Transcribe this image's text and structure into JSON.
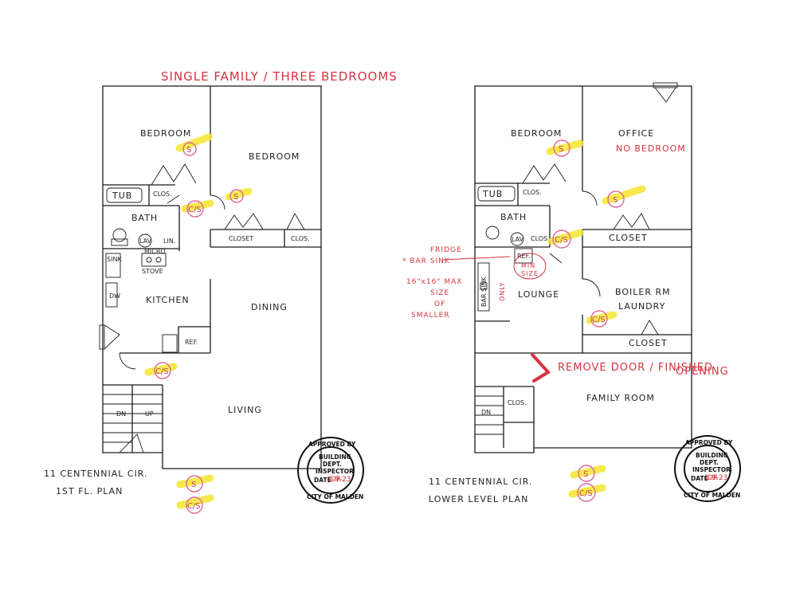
{
  "header": {
    "title": "SINGLE FAMILY / THREE BEDROOMS"
  },
  "first_floor": {
    "rooms": {
      "bedroom_left": "BEDROOM",
      "bedroom_right": "BEDROOM",
      "tub": "TUB",
      "clos": "CLOS.",
      "bath": "BATH",
      "lav": "LAV",
      "lin": "LIN.",
      "closet": "CLOSET",
      "clos_right": "CLOS.",
      "micro": "MICRO",
      "stove": "STOVE",
      "sink": "SINK",
      "dw": "DW",
      "kitchen": "KITCHEN",
      "dining": "DINING",
      "ref": "REF.",
      "dn": "DN",
      "up": "UP",
      "living": "LIVING"
    },
    "address": "11 CENTENNIAL CIR.",
    "plan_name": "1ST FL. PLAN"
  },
  "lower_level": {
    "rooms": {
      "bedroom": "BEDROOM",
      "office": "OFFICE",
      "tub": "TUB",
      "clos": "CLOS.",
      "bath": "BATH",
      "lav": "LAV",
      "clos_small": "CLOS.",
      "closet_top": "CLOSET",
      "ref": "REF.",
      "bar_sink": "BAR SINK",
      "lounge": "LOUNGE",
      "boiler": "BOILER RM",
      "laundry": "LAUNDRY",
      "closet_bottom": "CLOSET",
      "dn": "DN",
      "clos_stair": "CLOS.",
      "family_room": "FAMILY ROOM"
    },
    "address": "11 CENTENNIAL CIR.",
    "plan_name": "LOWER LEVEL PLAN"
  },
  "annotations": {
    "no_bedroom": "NO BEDROOM",
    "fridge": "FRIDGE",
    "bar_sink": "* BAR SINK",
    "sink_size_1": "16\"x16\" MAX",
    "sink_size_2": "SIZE",
    "sink_size_3": "OF",
    "sink_size_4": "SMALLER",
    "min_size_1": "MIN",
    "min_size_2": "SIZE",
    "only": "ONLY",
    "remove_door_1": "REMOVE DOOR / FINISHED",
    "remove_door_2": "OPENING"
  },
  "markers": {
    "smoke": "S",
    "co_smoke": "C/S"
  },
  "stamp": {
    "line1": "APPROVED BY",
    "line2": "BUILDING",
    "line3": "DEPT.",
    "line4": "INSPECTOR",
    "date_label": "DATE",
    "date": "1-9-23",
    "initials": "DR",
    "city": "CITY OF MALDEN"
  },
  "colors": {
    "ink": "#1a1a1a",
    "red_ink": "#d6333f",
    "highlight": "#f5e52e",
    "pink_circle": "#e0679a"
  }
}
